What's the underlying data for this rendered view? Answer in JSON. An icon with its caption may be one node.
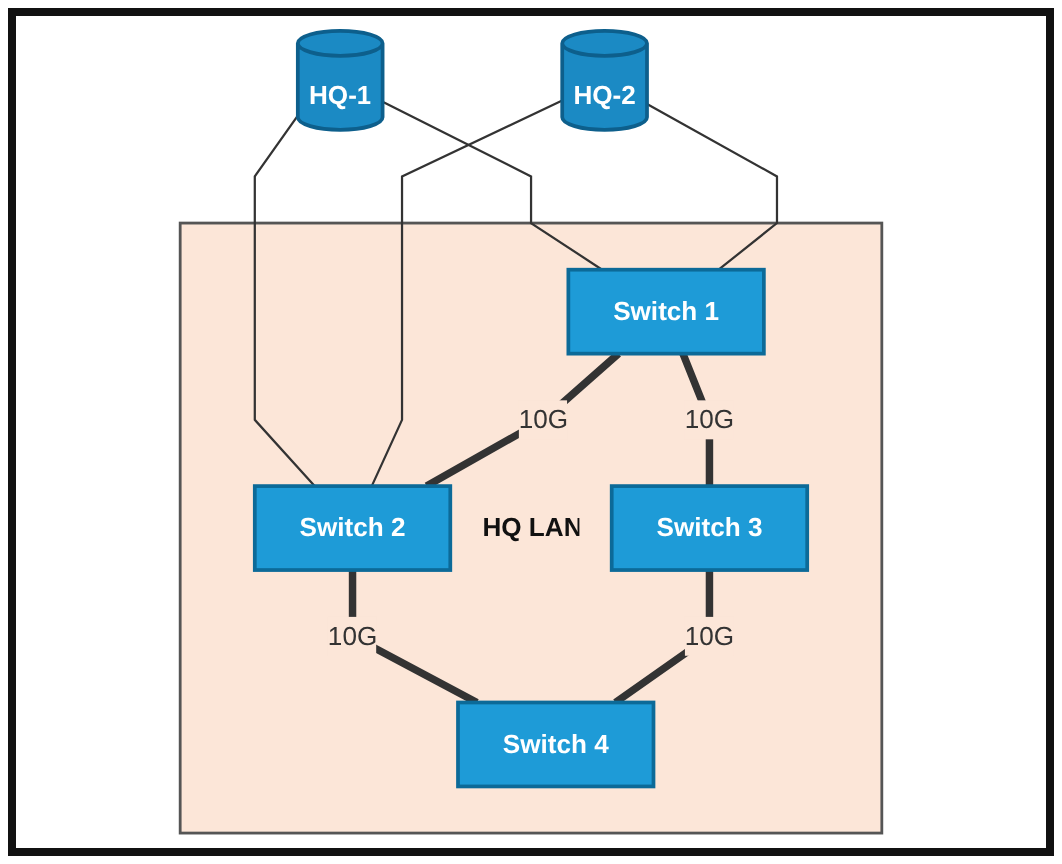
{
  "diagram": {
    "nodes": [
      {
        "text": [
          "HQ-1"
        ]
      },
      {
        "text": [
          "HQ-2"
        ]
      },
      {
        "text": [
          "HQ LAN"
        ]
      },
      {
        "text": [
          "Switch 1"
        ],
        "in": 2
      },
      {
        "text": [
          "Switch 2"
        ],
        "in": 2
      },
      {
        "text": [
          "Switch 3"
        ],
        "in": 2
      },
      {
        "text": [
          "Switch 4"
        ],
        "in": 2
      }
    ],
    "edges": [
      {
        "from": 0,
        "to": 3,
        "arrow": "none"
      },
      {
        "from": 0,
        "to": 4,
        "arrow": "none"
      },
      {
        "from": 1,
        "to": 3,
        "arrow": "none"
      },
      {
        "from": 1,
        "to": 4,
        "arrow": "none"
      },
      {
        "from": 3,
        "to": 4,
        "arrow": "none",
        "label": "10G",
        "style": "thick"
      },
      {
        "from": 3,
        "to": 5,
        "arrow": "none",
        "label": "10G",
        "style": "thick"
      },
      {
        "from": 4,
        "to": 6,
        "arrow": "none",
        "label": "10G",
        "style": "thick"
      },
      {
        "from": 5,
        "to": 6,
        "arrow": "none",
        "label": "10G",
        "style": "thick"
      }
    ]
  }
}
